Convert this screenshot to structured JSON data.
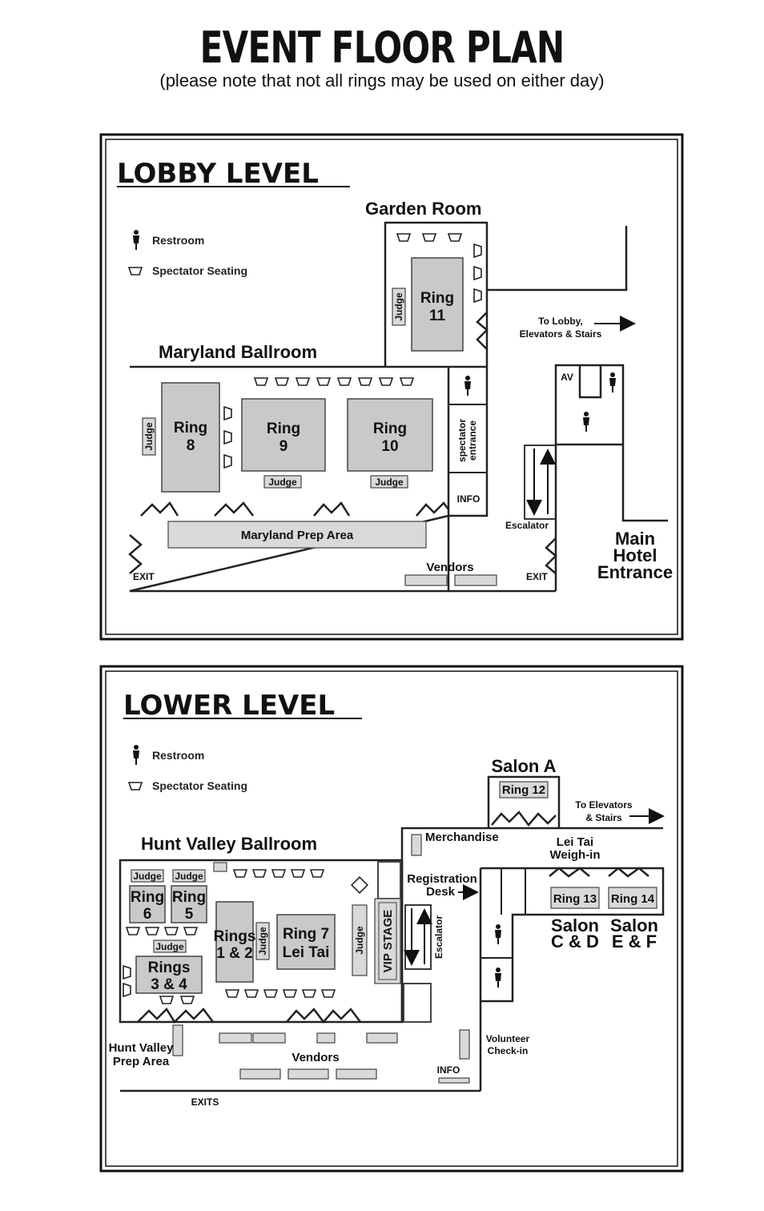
{
  "header": {
    "title": "EVENT FLOOR PLAN",
    "subtitle": "(please note that not all rings may be used on either day)"
  },
  "legend": {
    "restroom": "Restroom",
    "seating": "Spectator Seating"
  },
  "lobby": {
    "heading": "LOBBY LEVEL",
    "garden_room": "Garden Room",
    "maryland_ballroom": "Maryland Ballroom",
    "ring": "Ring",
    "judge": "Judge",
    "ring11_num": "11",
    "ring8_num": "8",
    "ring9_num": "9",
    "ring10_num": "10",
    "to_lobby_1": "To Lobby,",
    "to_lobby_2": "Elevators & Stairs",
    "av": "AV",
    "spectator_1": "spectator",
    "spectator_2": "entrance",
    "info": "INFO",
    "escalator": "Escalator",
    "prep_area": "Maryland Prep Area",
    "vendors": "Vendors",
    "exit": "EXIT",
    "main_1": "Main",
    "main_2": "Hotel",
    "main_3": "Entrance"
  },
  "lower": {
    "heading": "LOWER LEVEL",
    "hunt_valley": "Hunt Valley Ballroom",
    "salon_a": "Salon A",
    "ring12": "Ring 12",
    "to_elev_1": "To Elevators",
    "to_elev_2": "& Stairs",
    "merchandise": "Merchandise",
    "lei_tai_1": "Lei Tai",
    "lei_tai_2": "Weigh-in",
    "registration_1": "Registration",
    "registration_2": "Desk",
    "ring13": "Ring 13",
    "ring14": "Ring 14",
    "salon": "Salon",
    "salon_cd": "C & D",
    "salon_ef": "E & F",
    "judge": "Judge",
    "ring": "Ring",
    "ring6_num": "6",
    "ring5_num": "5",
    "rings34_1": "Rings",
    "rings34_2": "3 & 4",
    "rings12_1": "Rings",
    "rings12_2": "1 & 2",
    "ring7_1": "Ring 7",
    "ring7_2": "Lei Tai",
    "vip_stage": "VIP STAGE",
    "escalator": "Escalator",
    "prep_1": "Hunt Valley",
    "prep_2": "Prep Area",
    "vendors": "Vendors",
    "info": "INFO",
    "volunteer_1": "Volunteer",
    "volunteer_2": "Check-in",
    "exits": "EXITS"
  }
}
